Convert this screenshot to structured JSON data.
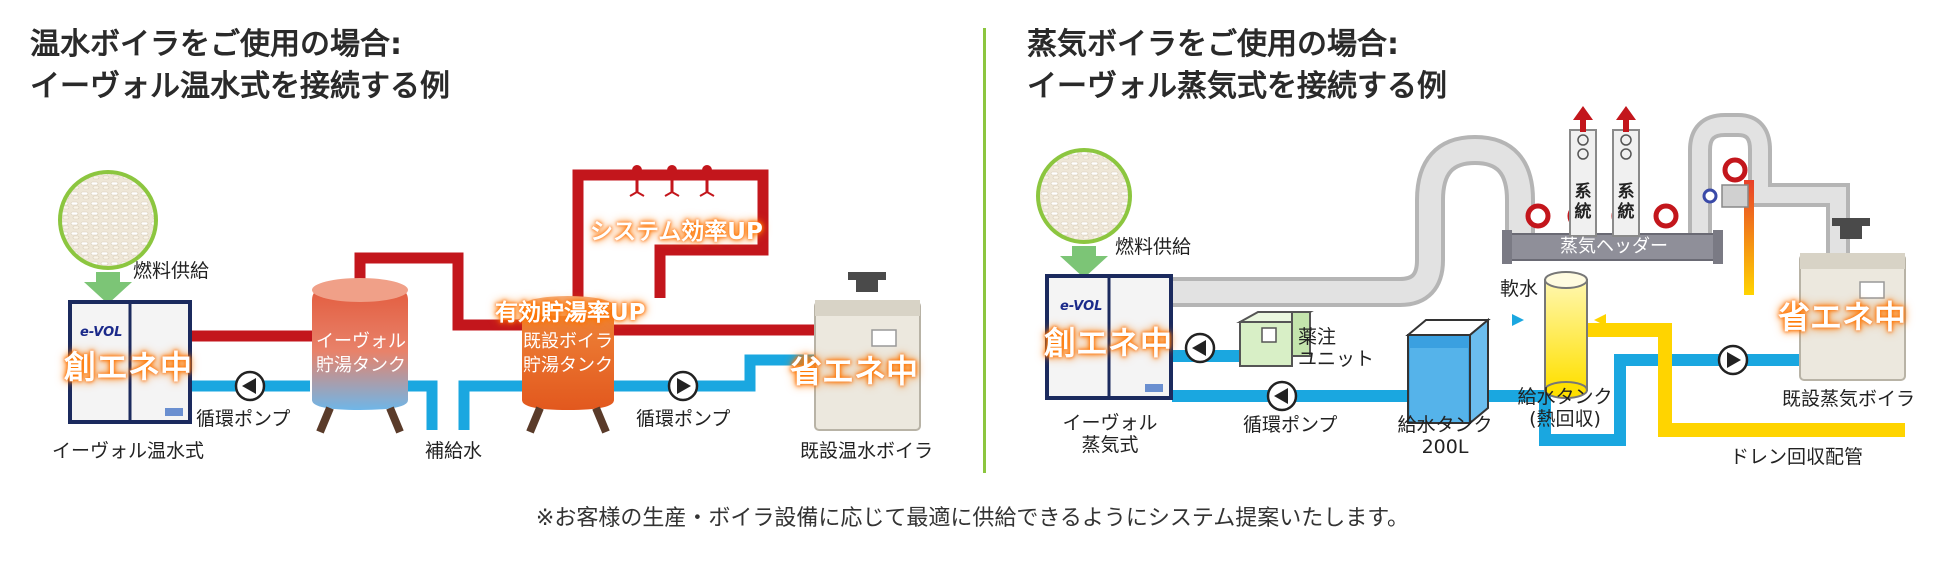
{
  "left": {
    "title_line1": "温水ボイラをご使用の場合:",
    "title_line2": "イーヴォル温水式を接続する例",
    "fuel_label": "燃料供給",
    "evol_logo": "e-VOL",
    "evol_big": "創エネ中",
    "evol_caption": "イーヴォル温水式",
    "pump1_label": "循環ポンプ",
    "tank1_line1": "イーヴォル",
    "tank1_line2": "貯湯タンク",
    "makeup_water": "補給水",
    "tank2_line1": "既設ボイラ",
    "tank2_line2": "貯湯タンク",
    "efficiency_up": "有効貯湯率UP",
    "system_up": "システム効率UP",
    "pump2_label": "循環ポンプ",
    "boiler_big": "省エネ中",
    "boiler_caption": "既設温水ボイラ"
  },
  "right": {
    "title_line1": "蒸気ボイラをご使用の場合:",
    "title_line2": "イーヴォル蒸気式を接続する例",
    "fuel_label": "燃料供給",
    "evol_logo": "e-VOL",
    "evol_big": "創エネ中",
    "evol_caption_line1": "イーヴォル",
    "evol_caption_line2": "蒸気式",
    "chem_line1": "薬注",
    "chem_line2": "ユニット",
    "pump_label": "循環ポンプ",
    "feed_tank_line1": "給水タンク",
    "feed_tank_line2": "200L",
    "soft_water": "軟水",
    "heat_tank_line1": "給水タンク",
    "heat_tank_line2": "(熱回収)",
    "header_label": "蒸気ヘッダー",
    "line_label": "系統",
    "boiler_big": "省エネ中",
    "boiler_caption": "既設蒸気ボイラ",
    "drain_label": "ドレン回収配管"
  },
  "footnote": "※お客様の生産・ボイラ設備に応じて最適に供給できるようにシステム提案いたします。",
  "colors": {
    "hot_pipe": "#c3161c",
    "cold_pipe": "#1aa7e0",
    "steam_pipe": "#c8c8c8",
    "drain_pipe": "#ffd400",
    "accent_orange": "#ff7a00",
    "divider": "#8cc63f"
  }
}
